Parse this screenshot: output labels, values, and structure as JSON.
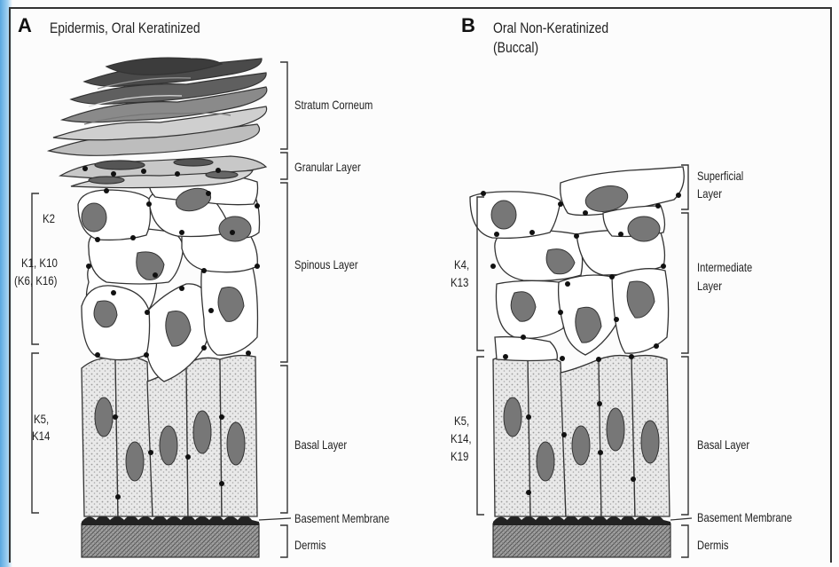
{
  "panel_a": {
    "letter": "A",
    "title": "Epidermis, Oral Keratinized",
    "layers": {
      "stratum_corneum": "Stratum Corneum",
      "granular": "Granular Layer",
      "spinous": "Spinous Layer",
      "basal": "Basal Layer",
      "basement_membrane": "Basement Membrane",
      "dermis": "Dermis"
    },
    "keratins": {
      "k2": "K2",
      "k1_line1": "K1, K10",
      "k1_line2": "(K6, K16)",
      "k5_line1": "K5,",
      "k5_line2": "K14"
    }
  },
  "panel_b": {
    "letter": "B",
    "title_line1": "Oral Non-Keratinized",
    "title_line2": "(Buccal)",
    "layers": {
      "superficial_line1": "Superficial",
      "superficial_line2": "Layer",
      "intermediate_line1": "Intermediate",
      "intermediate_line2": "Layer",
      "basal": "Basal Layer",
      "basement_membrane": "Basement Membrane",
      "dermis": "Dermis"
    },
    "keratins": {
      "k4_line1": "K4,",
      "k4_line2": "K13",
      "k5_line1": "K5,",
      "k5_line2": "K14,",
      "k5_line3": "K19"
    }
  }
}
